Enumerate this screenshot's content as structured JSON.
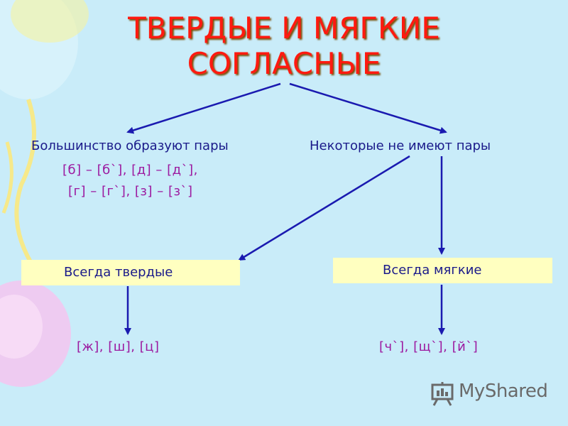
{
  "title": {
    "line1": "ТВЕРДЫЕ И МЯГКИЕ",
    "line2": "СОГЛАСНЫЕ"
  },
  "left_branch": {
    "label": "Большинство образуют пары",
    "pairs_line1": "[б] – [б`], [д] – [д`],",
    "pairs_line2": "[г] – [г`], [з] – [з`]"
  },
  "right_branch": {
    "label": "Некоторые не имеют пары"
  },
  "hard_box": {
    "label": "Всегда твердые",
    "examples": "[ж], [ш], [ц]"
  },
  "soft_box": {
    "label": "Всегда мягкие",
    "examples": "[ч`], [щ`], [й`]"
  },
  "watermark": {
    "text": "MyShared"
  },
  "colors": {
    "background": "#c9ecf9",
    "title": "#ff1a10",
    "arrow": "#1a1ab0",
    "label": "#1a1a8a",
    "pairs": "#9c1aa0",
    "box": "#ffffc0"
  }
}
